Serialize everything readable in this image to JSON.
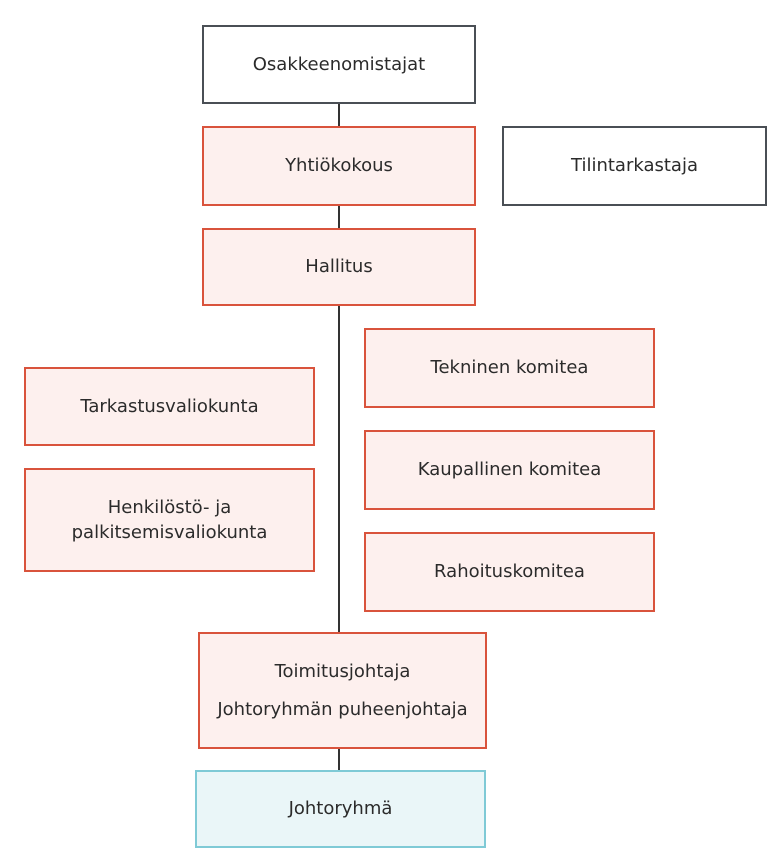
{
  "org_chart": {
    "shareholders": "Osakkeenomistajat",
    "general_meeting": "Yhtiökokous",
    "auditor": "Tilintarkastaja",
    "board": "Hallitus",
    "committees_left": [
      "Tarkastusvaliokunta",
      "Henkilöstö- ja palkitsemisvaliokunta"
    ],
    "committees_right": [
      "Tekninen komitea",
      "Kaupallinen komitea",
      "Rahoituskomitea"
    ],
    "ceo": {
      "line1": "Toimitusjohtaja",
      "line2": "Johtoryhmän puheenjohtaja"
    },
    "management_team": "Johtoryhmä"
  },
  "colors": {
    "neutral_border": "#4a4f55",
    "accent_border": "#d9533c",
    "accent_fill": "#fdf0ee",
    "team_border": "#7fcad6",
    "team_fill": "#eaf6f8"
  }
}
